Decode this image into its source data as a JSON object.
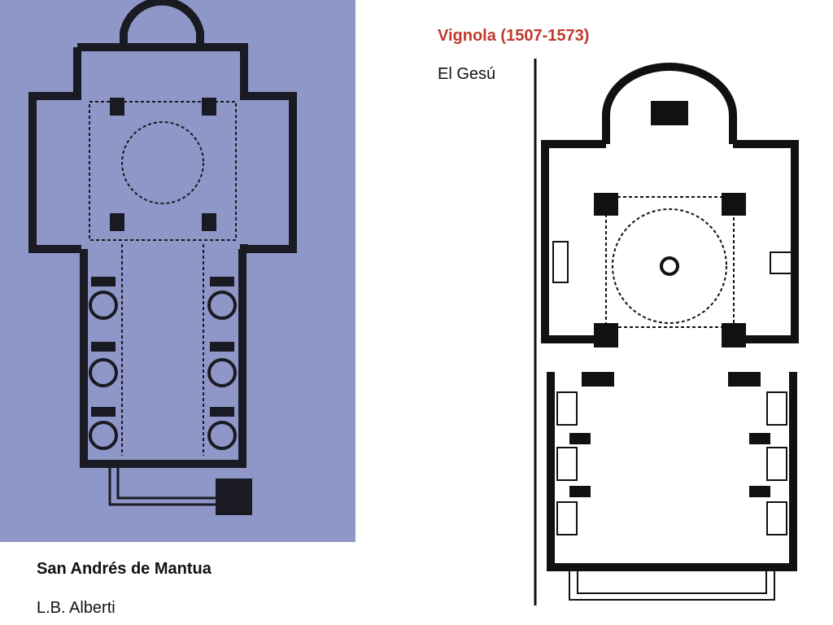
{
  "left_plan": {
    "title": "San Andrés de Mantua",
    "author": "L.B. Alberti"
  },
  "right_plan": {
    "title": "Vignola (1507-1573)",
    "subtitle": "El Gesú"
  },
  "colors": {
    "accent": "#c0392b",
    "left_background": "#8f97c8",
    "ink": "#111111"
  }
}
